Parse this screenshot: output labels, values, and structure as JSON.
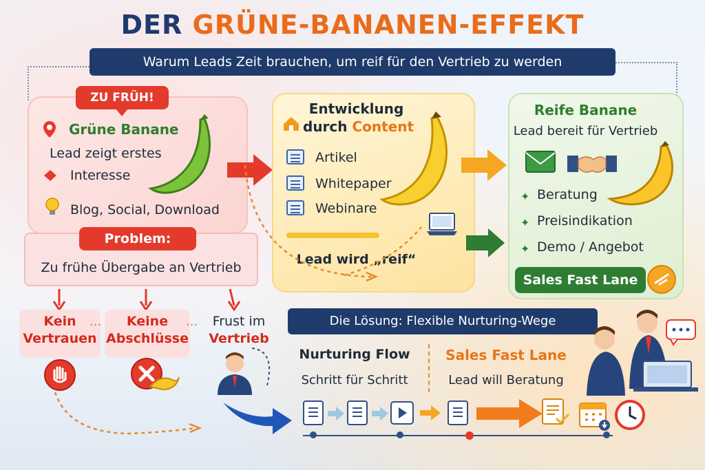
{
  "header": {
    "title_prefix": "DER ",
    "title_highlight": "GRÜNE-BANANEN-EFFEKT",
    "subtitle": "Warum Leads Zeit brauchen, um reif für den Vertrieb zu werden"
  },
  "stage_green": {
    "badge": "ZU FRÜH!",
    "title": "Grüne Banane",
    "line1": "Lead zeigt erstes",
    "line2": "Interesse",
    "line3": "Blog, Social, Download"
  },
  "problem": {
    "badge": "Problem:",
    "text": "Zu frühe Übergabe an Vertrieb"
  },
  "consequences": [
    {
      "line1": "Kein",
      "line2": "Vertrauen"
    },
    {
      "line1": "Keine",
      "line2": "Abschlüsse"
    },
    {
      "line1": "Frust im",
      "line2": "Vertrieb"
    }
  ],
  "stage_content": {
    "title1": "Entwicklung",
    "title2_prefix": "durch ",
    "title2_highlight": "Content",
    "items": [
      "Artikel",
      "Whitepaper",
      "Webinare"
    ],
    "footer": "Lead wird „reif“"
  },
  "stage_ripe": {
    "title": "Reife Banane",
    "subtitle": "Lead bereit für Vertrieb",
    "items": [
      "Beratung",
      "Preisindikation",
      "Demo / Angebot"
    ],
    "button": "Sales Fast Lane"
  },
  "solution": {
    "banner": "Die Lösung: Flexible Nurturing-Wege",
    "flow_title": "Nurturing Flow",
    "flow_sub": "Schritt für Schritt",
    "lane_title": "Sales Fast Lane",
    "lane_sub": "Lead will Beratung"
  },
  "colors": {
    "navy": "#1f3b6b",
    "orange": "#ea6b1a",
    "red": "#e33a2b",
    "green": "#2e7d32"
  }
}
